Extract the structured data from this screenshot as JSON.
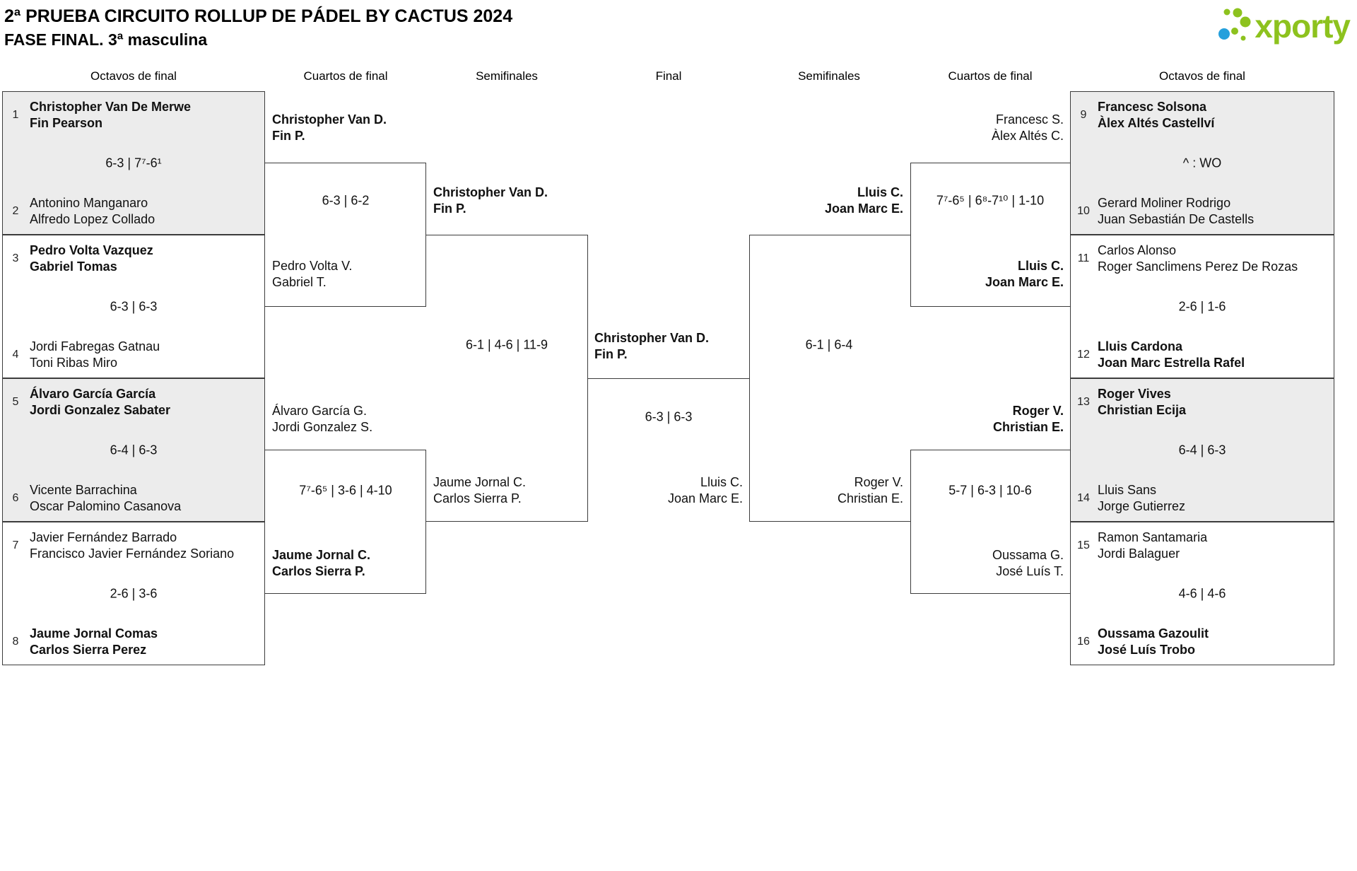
{
  "title": {
    "line1": "2ª PRUEBA CIRCUITO ROLLUP DE PÁDEL BY CACTUS 2024",
    "line2": "FASE FINAL. 3ª masculina"
  },
  "logo": {
    "text": "xporty"
  },
  "brand": {
    "green": "#8dc21e",
    "blue": "#25a0dc"
  },
  "colors": {
    "box_fill": "#ececec",
    "border": "#3c3c3c"
  },
  "headers": [
    "Octavos de final",
    "Cuartos de final",
    "Semifinales",
    "Final",
    "Semifinales",
    "Cuartos de final",
    "Octavos de final"
  ],
  "r16L": [
    {
      "n1": "1",
      "t1a": "Christopher Van De Merwe",
      "t1b": "Fin Pearson",
      "score": "6-3 | 7⁷-6¹",
      "n2": "2",
      "t2a": "Antonino Manganaro",
      "t2b": "Alfredo Lopez Collado"
    },
    {
      "n1": "3",
      "t1a": "Pedro Volta Vazquez",
      "t1b": "Gabriel Tomas",
      "score": "6-3 | 6-3",
      "n2": "4",
      "t2a": "Jordi Fabregas Gatnau",
      "t2b": "Toni Ribas Miro"
    },
    {
      "n1": "5",
      "t1a": "Álvaro García García",
      "t1b": "Jordi Gonzalez Sabater",
      "score": "6-4 | 6-3",
      "n2": "6",
      "t2a": "Vicente Barrachina",
      "t2b": "Oscar Palomino Casanova"
    },
    {
      "n1": "7",
      "t1a": "Javier Fernández Barrado",
      "t1b": "Francisco Javier Fernández Soriano",
      "score": "2-6 | 3-6",
      "n2": "8",
      "t2a": "Jaume Jornal Comas",
      "t2b": "Carlos Sierra Perez"
    }
  ],
  "r16R": [
    {
      "n1": "9",
      "t1a": "Francesc Solsona",
      "t1b": "Àlex Altés Castellví",
      "score": "^ : WO",
      "n2": "10",
      "t2a": "Gerard Moliner Rodrigo",
      "t2b": "Juan Sebastián De Castells"
    },
    {
      "n1": "11",
      "t1a": "Carlos Alonso",
      "t1b": "Roger Sanclimens Perez De Rozas",
      "score": "2-6 | 1-6",
      "n2": "12",
      "t2a": "Lluis Cardona",
      "t2b": "Joan Marc Estrella Rafel"
    },
    {
      "n1": "13",
      "t1a": "Roger Vives",
      "t1b": "Christian Ecija",
      "score": "6-4 | 6-3",
      "n2": "14",
      "t2a": "Lluis Sans",
      "t2b": "Jorge Gutierrez"
    },
    {
      "n1": "15",
      "t1a": "Ramon Santamaria",
      "t1b": "Jordi Balaguer",
      "score": "4-6 | 4-6",
      "n2": "16",
      "t2a": "Oussama Gazoulit",
      "t2b": "José Luís Trobo"
    }
  ],
  "qfL": [
    {
      "t1": "Christopher Van D.",
      "t2": "Fin P.",
      "score": "6-3 | 6-2",
      "b1": "Pedro Volta V.",
      "b2": "Gabriel T."
    },
    {
      "t1": "Álvaro García G.",
      "t2": "Jordi Gonzalez S.",
      "score": "7⁷-6⁵ | 3-6 | 4-10",
      "b1": "Jaume Jornal C.",
      "b2": "Carlos Sierra P."
    }
  ],
  "qfR": [
    {
      "t1": "Francesc S.",
      "t2": "Àlex Altés C.",
      "score": "7⁷-6⁵ | 6⁸-7¹⁰ | 1-10",
      "b1": "Lluis C.",
      "b2": "Joan Marc E."
    },
    {
      "t1": "Roger V.",
      "t2": "Christian E.",
      "score": "5-7 | 6-3 | 10-6",
      "b1": "Oussama G.",
      "b2": "José Luís T."
    }
  ],
  "sfL": {
    "t1": "Christopher Van D.",
    "t2": "Fin P.",
    "score": "6-1 | 4-6 | 11-9",
    "b1": "Jaume Jornal C.",
    "b2": "Carlos Sierra P."
  },
  "sfR": {
    "t1": "Lluis C.",
    "t2": "Joan Marc E.",
    "score": "6-1 | 6-4",
    "b1": "Roger V.",
    "b2": "Christian E."
  },
  "final": {
    "t1": "Christopher Van D.",
    "t2": "Fin P.",
    "score": "6-3 | 6-3",
    "b1": "Lluis C.",
    "b2": "Joan Marc E."
  }
}
